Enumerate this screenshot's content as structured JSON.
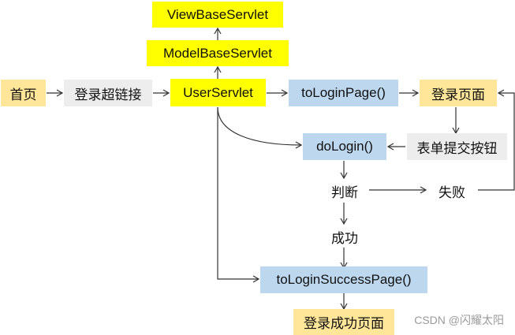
{
  "nodes": {
    "view_base_servlet": "ViewBaseServlet",
    "model_base_servlet": "ModelBaseServlet",
    "home": "首页",
    "login_link": "登录超链接",
    "user_servlet": "UserServlet",
    "to_login_page": "toLoginPage()",
    "login_page": "登录页面",
    "do_login": "doLogin()",
    "form_submit": "表单提交按钮",
    "judge": "判断",
    "fail": "失败",
    "success": "成功",
    "to_login_success_page": "toLoginSuccessPage()",
    "login_success_page": "登录成功页面"
  },
  "watermark": "CSDN @闪耀太阳",
  "colors": {
    "yellow": "#ffff00",
    "peach": "#ffe699",
    "blue": "#bdd7ee",
    "gray": "#ededed",
    "line": "#333333"
  }
}
